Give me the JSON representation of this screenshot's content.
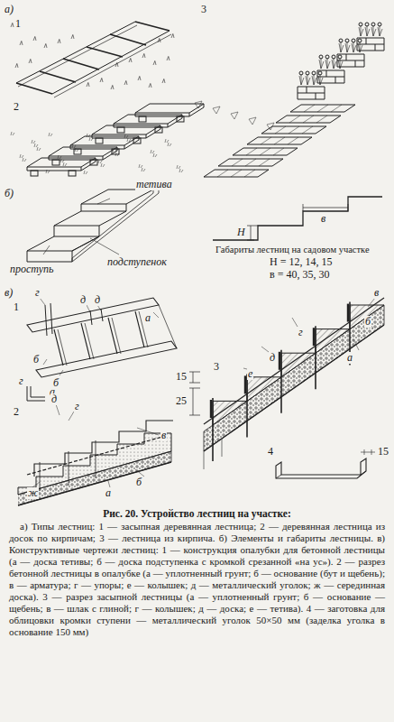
{
  "diagram": {
    "title": "Рис. 20. Устройство лестниц на участке:",
    "caption": "а) Типы лестниц: 1 — засыпная деревянная лестница; 2 — деревянная лестница из досок по кирпичам; 3 — лестница из кирпича. б) Элементы и габариты лестницы. в) Конструктивные чертежи лестниц: 1 — конструкция опалубки для бетонной лестницы (а — доска тетивы; б — доска подступенка с кромкой срезанной «на ус»). 2 — разрез бетонной лестницы в опалубке (а — уплотненный грунт; б — основание (бут и щебень); в — арматура; г — упоры; е — колышек; д — металлический уголок; ж — серединная доска). 3 — разрез засыпной лестницы (а — уплотненный грунт; б — основание — щебень; в — шлак с глиной; г — колышек; д — доска; е — тетива). 4 — заготовка для облицовки кромки ступени — металлический уголок 50×50 мм (заделка уголка в основание 150 мм)",
    "labels": [
      "а)",
      "1",
      "2",
      "3",
      "б)",
      "тетива",
      "проступь",
      "подступенок",
      "в",
      "Н",
      "Габариты лестниц на садовом участке",
      "Н = 12, 14, 15",
      "в = 40, 35, 30",
      "в)",
      "1",
      "г",
      "д",
      "д",
      "а",
      "б",
      "б",
      "г",
      "а",
      "2",
      "д",
      "г",
      "в",
      "б",
      "а",
      "ж",
      "3",
      "в",
      "г",
      "д",
      "е",
      "а",
      "б",
      "15",
      "25",
      "4",
      "15"
    ]
  }
}
